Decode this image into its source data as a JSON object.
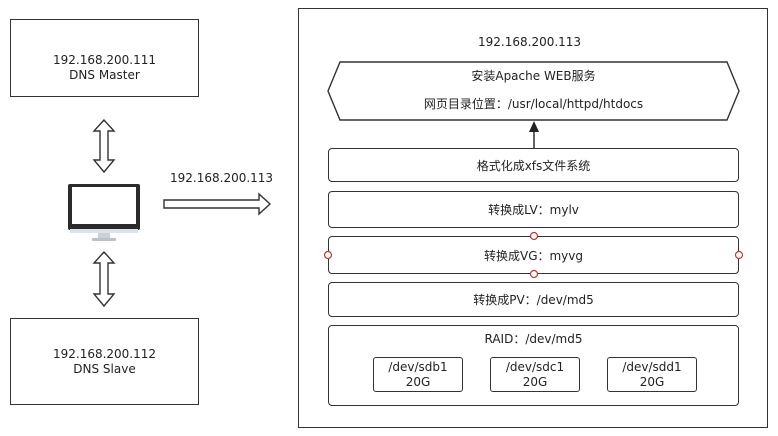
{
  "dns_master": {
    "ip": "192.168.200.111",
    "label": "DNS Master"
  },
  "dns_slave": {
    "ip": "192.168.200.112",
    "label": "DNS Slave"
  },
  "arrow_label": "192.168.200.113",
  "server": {
    "ip": "192.168.200.113",
    "apache": {
      "line1": "安装Apache WEB服务",
      "line2": "网页目录位置：/usr/local/httpd/htdocs"
    },
    "steps": {
      "format": "格式化成xfs文件系统",
      "lv": "转换成LV：mylv",
      "vg": "转换成VG：myvg",
      "pv": "转换成PV：/dev/md5"
    },
    "raid": {
      "label": "RAID：/dev/md5",
      "disks": [
        {
          "name": "/dev/sdb1",
          "size": "20G"
        },
        {
          "name": "/dev/sdc1",
          "size": "20G"
        },
        {
          "name": "/dev/sdd1",
          "size": "20G"
        }
      ]
    }
  }
}
